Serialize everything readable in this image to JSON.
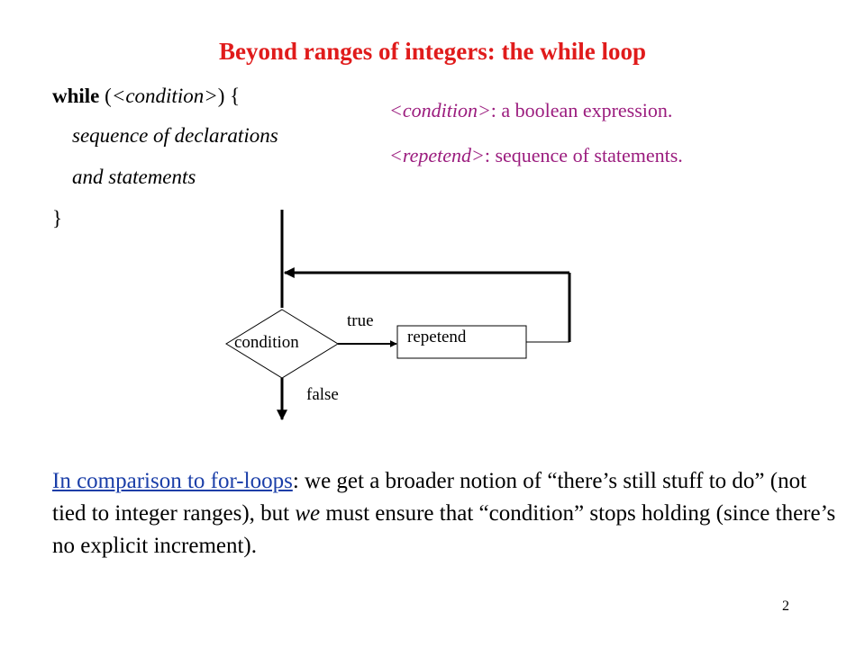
{
  "title": "Beyond ranges of integers: the while loop",
  "code": {
    "keyword": "while",
    "open": " (",
    "condition": "<condition>",
    "close": ") {",
    "line2": "sequence of declarations",
    "line3": "and statements",
    "line4": "}"
  },
  "definitions": [
    {
      "term": "<condition>",
      "desc": ": a boolean expression."
    },
    {
      "term": "<repetend>",
      "desc": ": sequence of statements."
    }
  ],
  "flowchart": {
    "decision": "condition",
    "true_label": "true",
    "false_label": "false",
    "process": "repetend"
  },
  "paragraph": {
    "underlined": "In comparison to for-loops",
    "part1": ": we get a broader notion of “there’s still stuff to do” (not tied to integer ranges), but ",
    "emph": "we",
    "part2": " must ensure that “condition” stops holding (since there’s no explicit increment)."
  },
  "page_number": "2",
  "colors": {
    "title": "#e01b1b",
    "definition": "#9b1c7e",
    "link": "#1a3ea8"
  }
}
